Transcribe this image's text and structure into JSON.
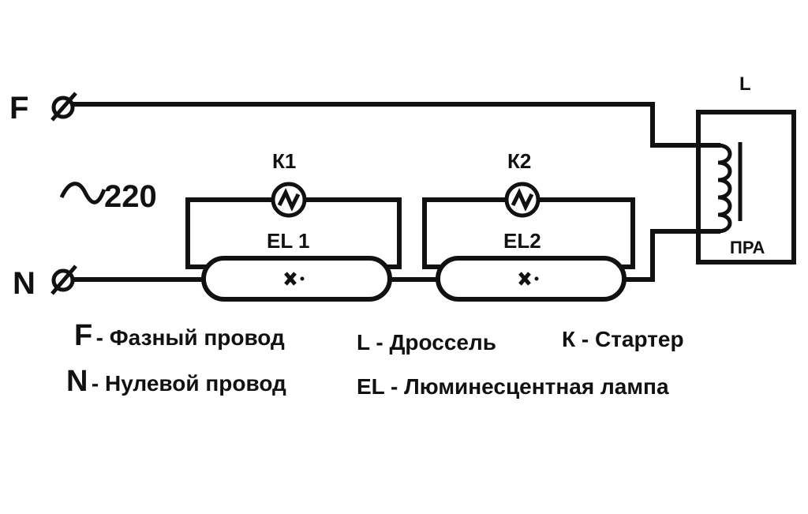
{
  "terminals": {
    "phase": "F",
    "neutral": "N"
  },
  "supply": {
    "voltage": "220"
  },
  "starters": {
    "k1": "К1",
    "k2": "К2"
  },
  "lamps": {
    "el1": "EL 1",
    "el2": "EL2"
  },
  "choke": {
    "label": "L",
    "ballast": "ПРА"
  },
  "legend": {
    "f": {
      "symbol": "F",
      "text": "- Фазный провод"
    },
    "n": {
      "symbol": "N",
      "text": "- Нулевой провод"
    },
    "l": {
      "text": "L - Дроссель"
    },
    "el": {
      "text": "EL - Люминесцентная лампа"
    },
    "k": {
      "text": "К - Стартер"
    }
  }
}
